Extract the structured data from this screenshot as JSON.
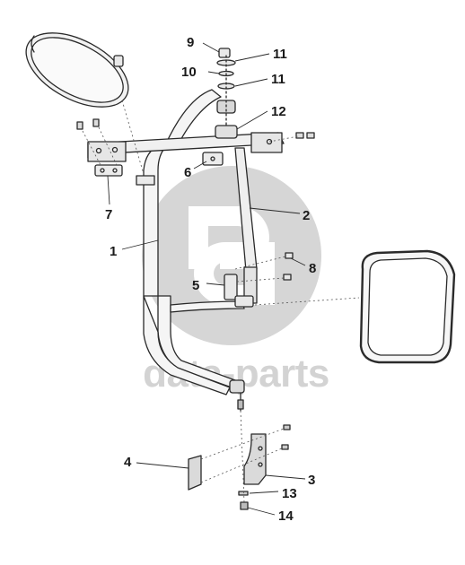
{
  "diagram": {
    "callouts": [
      {
        "id": "c9",
        "label": "9"
      },
      {
        "id": "c11a",
        "label": "11"
      },
      {
        "id": "c10",
        "label": "10"
      },
      {
        "id": "c11b",
        "label": "11"
      },
      {
        "id": "c12",
        "label": "12"
      },
      {
        "id": "c6",
        "label": "6"
      },
      {
        "id": "c7",
        "label": "7"
      },
      {
        "id": "c2",
        "label": "2"
      },
      {
        "id": "c1",
        "label": "1"
      },
      {
        "id": "c8",
        "label": "8"
      },
      {
        "id": "c5",
        "label": "5"
      },
      {
        "id": "c4",
        "label": "4"
      },
      {
        "id": "c3",
        "label": "3"
      },
      {
        "id": "c13",
        "label": "13"
      },
      {
        "id": "c14",
        "label": "14"
      }
    ]
  },
  "watermark": {
    "text": "data-parts",
    "color": "#d3d3d3"
  },
  "colors": {
    "line": "#2a2a2a",
    "fill": "#f4f4f4",
    "shade": "#cfcfcf"
  }
}
